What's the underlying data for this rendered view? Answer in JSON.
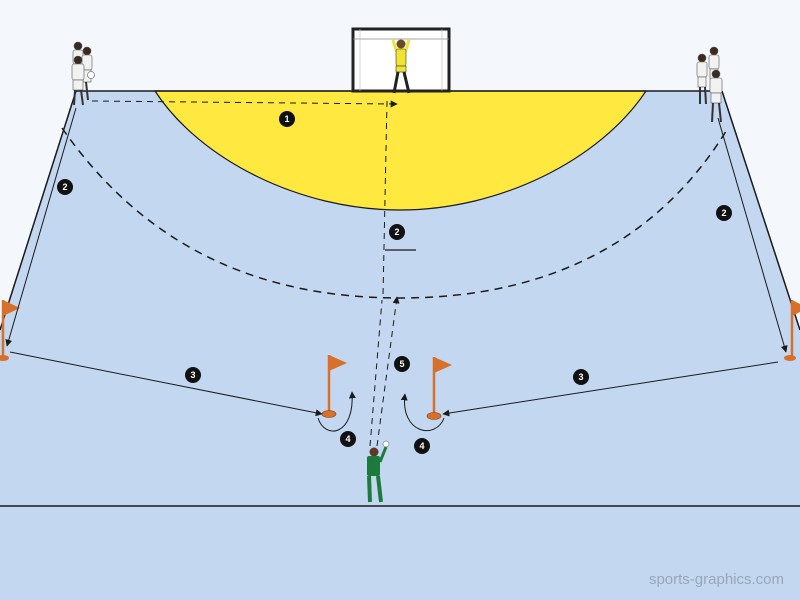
{
  "watermark": "sports-graphics.com",
  "colors": {
    "court": "#c3d7f1",
    "goal_area": "#ffe840",
    "line": "#1a1a1a",
    "flag": "#d8702a",
    "marker_fill": "#111111",
    "marker_text": "#ffffff",
    "goalkeeper_shirt": "#f0e431",
    "coach_shirt": "#1d7a3d",
    "player_kit": "#f2f2f2"
  },
  "step_markers": [
    "1",
    "2",
    "2",
    "2",
    "3",
    "3",
    "4",
    "4",
    "5"
  ]
}
